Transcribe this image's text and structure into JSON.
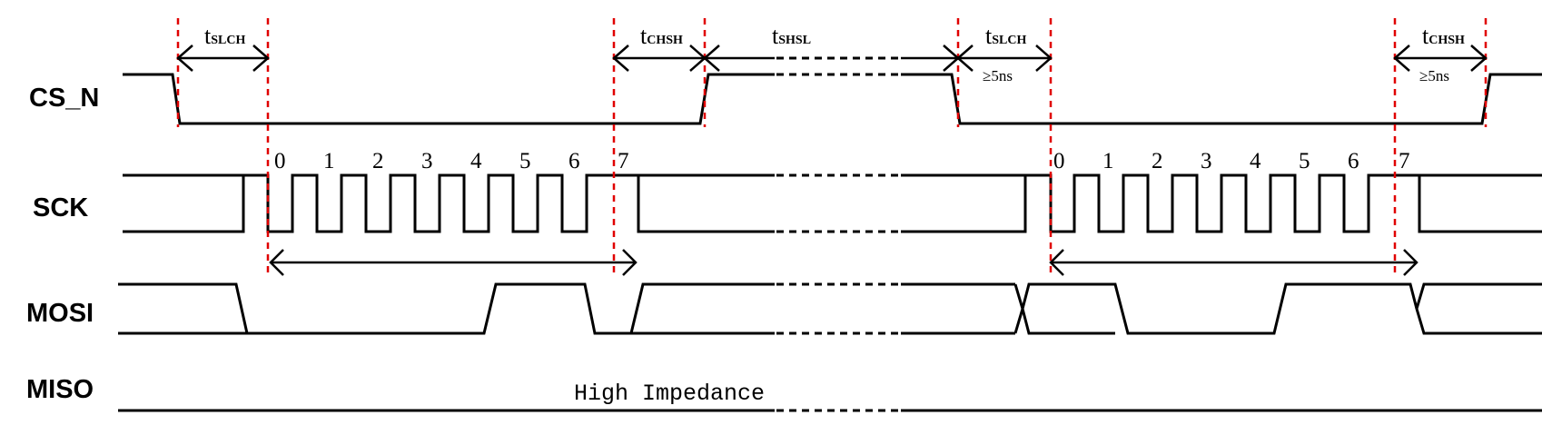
{
  "signals": {
    "cs": "CS_N",
    "sck": "SCK",
    "mosi": "MOSI",
    "miso": "MISO"
  },
  "timing": {
    "t_slch_1": {
      "base": "t",
      "sub": "SLCH"
    },
    "t_chsh_1": {
      "base": "t",
      "sub": "CHSH"
    },
    "t_shsl": {
      "base": "t",
      "sub": "SHSL"
    },
    "t_slch_2": {
      "base": "t",
      "sub": "SLCH"
    },
    "t_chsh_2": {
      "base": "t",
      "sub": "CHSH"
    },
    "min_1": "≥5ns",
    "min_2": "≥5ns"
  },
  "clock_numbers_1": [
    "0",
    "1",
    "2",
    "3",
    "4",
    "5",
    "6",
    "7"
  ],
  "clock_numbers_2": [
    "0",
    "1",
    "2",
    "3",
    "4",
    "5",
    "6",
    "7"
  ],
  "miso_state": "High Impedance",
  "colors": {
    "signal": "#000000",
    "marker": "#e00000"
  }
}
